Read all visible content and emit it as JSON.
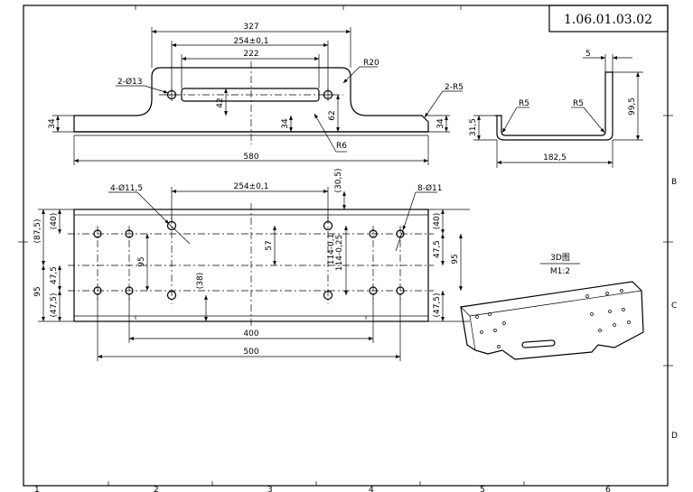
{
  "drawing_number": "1.06.01.03.02",
  "view3d": {
    "label": "3D图",
    "scale": "M1:2"
  },
  "frame": {
    "zone_numbers": [
      "1",
      "2",
      "3",
      "4",
      "5",
      "6"
    ],
    "zone_letters": [
      "B",
      "C",
      "D"
    ]
  },
  "top_view": {
    "dims": {
      "w327": "327",
      "w254": "254±0,1",
      "w222": "222",
      "w580": "580",
      "h34_left": "34",
      "h42": "42",
      "h34_mid": "34",
      "h62": "62",
      "h34_right": "34"
    },
    "callouts": {
      "holes": "2-Ø13",
      "r20": "R20",
      "r5": "2-R5",
      "r6": "R6"
    }
  },
  "side_view": {
    "dims": {
      "w5": "5",
      "h99_5": "99,5",
      "h31_5": "31,5",
      "w182_5": "182,5"
    },
    "callouts": {
      "r5_left": "R5",
      "r5_right": "R5"
    }
  },
  "bottom_view": {
    "dims": {
      "w254": "254±0,1",
      "h30_5": "(30,5)",
      "h87_5": "(87,5)",
      "h40_left": "(40)",
      "h95_inner": "95",
      "h47_5_left": "47,5",
      "h95_left": "95",
      "h47_5_left_paren": "(47,5)",
      "h38": "(38)",
      "h57": "57",
      "h114": "114-0,1",
      "h114_b": "114-0,25",
      "h40_right": "(40)",
      "h47_5_right": "47,5",
      "h95_right": "95",
      "h47_5_right_paren": "(47,5)",
      "w400": "400",
      "w500": "500"
    },
    "callouts": {
      "holes_115": "4-Ø11,5",
      "holes_11": "8-Ø11"
    }
  }
}
